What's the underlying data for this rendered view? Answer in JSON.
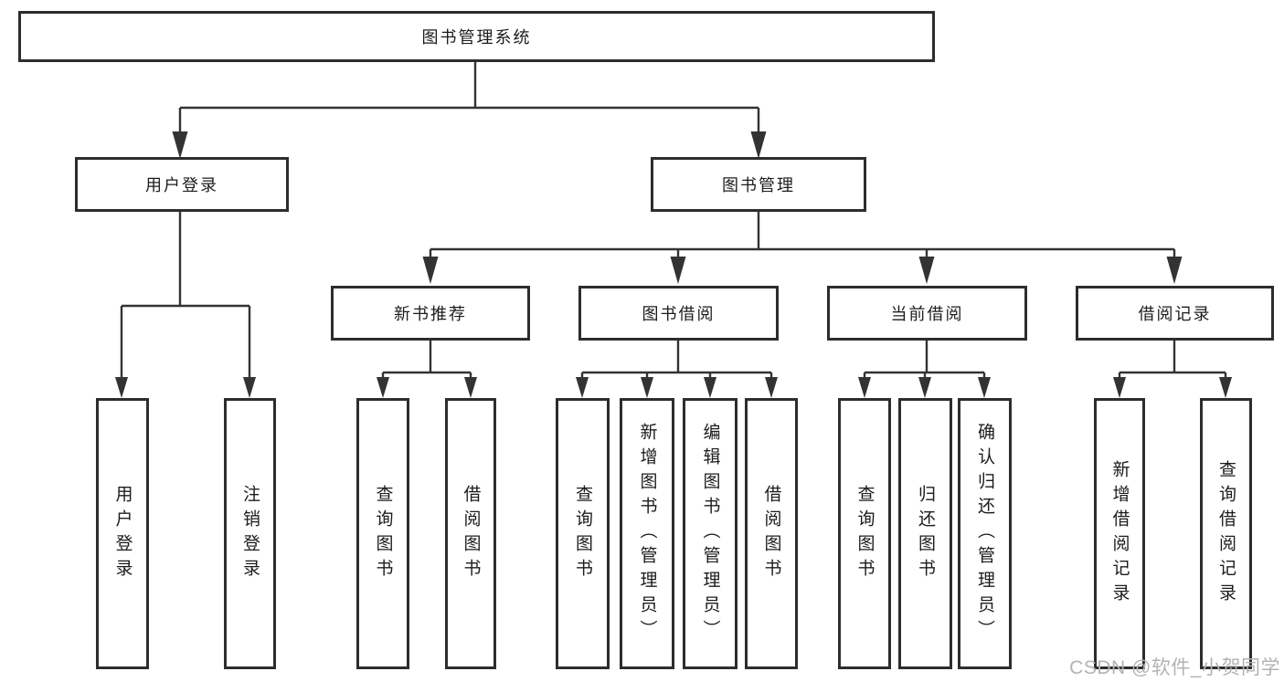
{
  "diagram_type": "hierarchy-tree",
  "colors": {
    "line": "#333333",
    "border": "#2d2d2d",
    "text": "#1c1c1c",
    "background": "#ffffff",
    "watermark": "#b3b3b3"
  },
  "tree": {
    "label": "图书管理系统",
    "children": [
      {
        "label": "用户登录",
        "children": [
          {
            "label": "用户登录"
          },
          {
            "label": "注销登录"
          }
        ]
      },
      {
        "label": "图书管理",
        "children": [
          {
            "label": "新书推荐",
            "children": [
              {
                "label": "查询图书"
              },
              {
                "label": "借阅图书"
              }
            ]
          },
          {
            "label": "图书借阅",
            "children": [
              {
                "label": "查询图书"
              },
              {
                "label": "新增图书（管理员）"
              },
              {
                "label": "编辑图书（管理员）"
              },
              {
                "label": "借阅图书"
              }
            ]
          },
          {
            "label": "当前借阅",
            "children": [
              {
                "label": "查询图书"
              },
              {
                "label": "归还图书"
              },
              {
                "label": "确认归还（管理员）"
              }
            ]
          },
          {
            "label": "借阅记录",
            "children": [
              {
                "label": "新增借阅记录"
              },
              {
                "label": "查询借阅记录"
              }
            ]
          }
        ]
      }
    ]
  },
  "watermark": {
    "text": "CSDN @软件_小贺同学"
  }
}
